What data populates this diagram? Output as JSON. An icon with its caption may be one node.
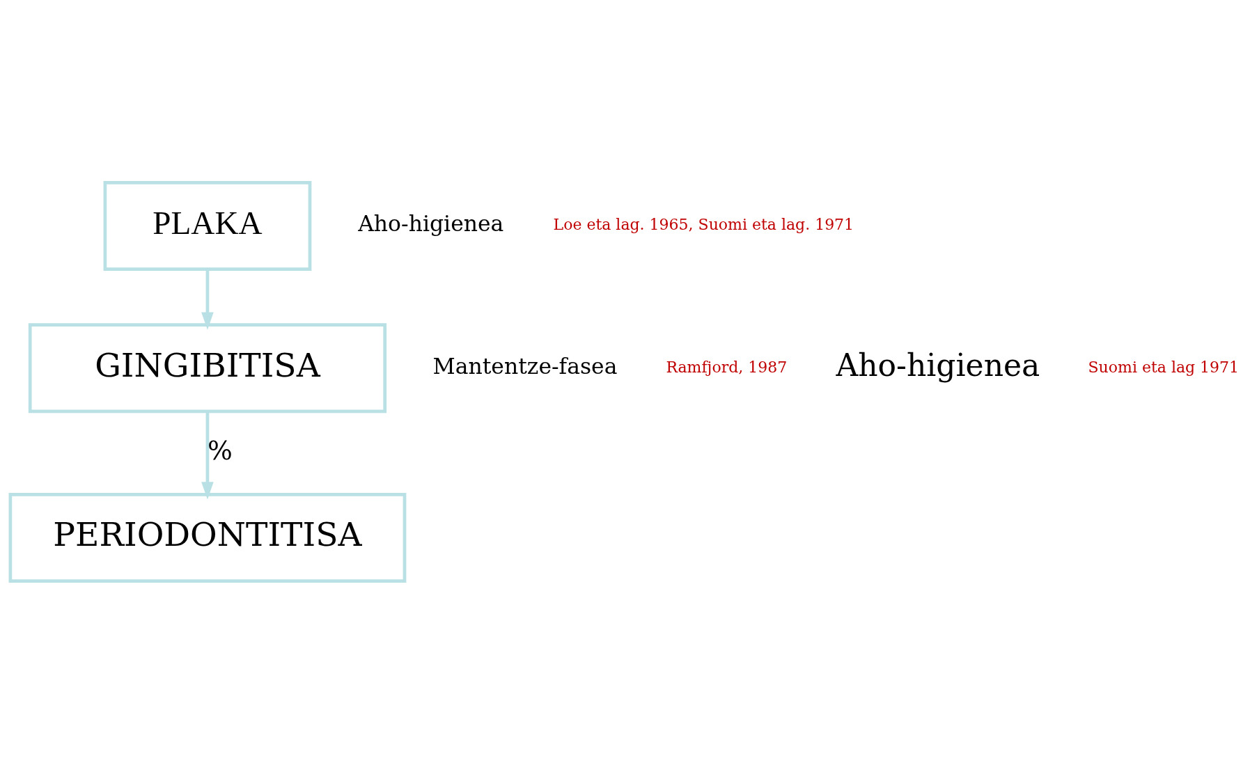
{
  "diagram": {
    "nodes": [
      {
        "text": [
          "PLAKA"
        ]
      },
      {
        "text": [
          "GINGIBITISA"
        ]
      },
      {
        "text": [
          "PERIODONTITISA"
        ]
      }
    ],
    "edges": [
      {
        "from": 0,
        "to": 1,
        "arrow": "to"
      },
      {
        "from": 1,
        "to": 2,
        "arrow": "to",
        "label": "%"
      }
    ],
    "labels": [
      "Aho-higienea",
      "Loe eta lag. 1965, Suomi eta lag. 1971",
      "Mantentze-fasea",
      "Ramfjord, 1987",
      "Aho-higienea",
      "Suomi eta lag 1971"
    ]
  }
}
